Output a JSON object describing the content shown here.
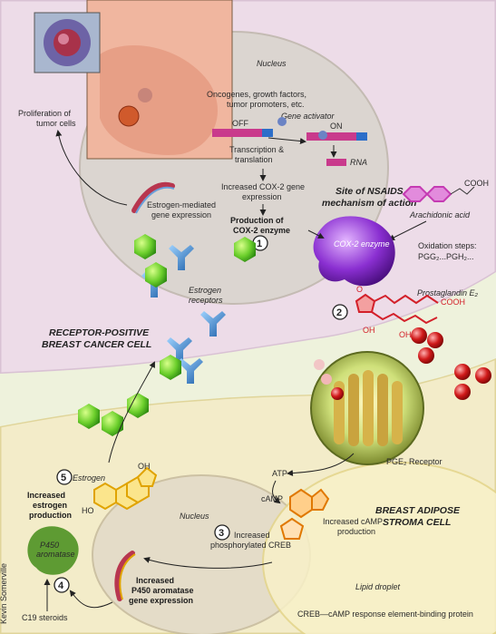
{
  "labels": {
    "nucleus_top": "Nucleus",
    "oncogenes_1": "Oncogenes, growth factors,",
    "oncogenes_2": "tumor promoters, etc.",
    "gene_activator": "Gene activator",
    "off": "OFF",
    "on": "ON",
    "rna": "RNA",
    "transcription_1": "Transcription &",
    "transcription_2": "translation",
    "increased_cox2_1": "Increased COX-2 gene",
    "increased_cox2_2": "expression",
    "production_cox2_1": "Production of",
    "production_cox2_2": "COX-2 enzyme",
    "nsaids_site_1": "Site of NSAIDS",
    "nsaids_site_2": "mechanism of action",
    "cooh": "COOH",
    "arachidonic_acid": "Arachidonic acid",
    "cox2_enzyme": "COX-2 enzyme",
    "oxidation_1": "Oxidation steps:",
    "oxidation_2": "PGG₂...PGH₂...",
    "prostaglandin": "Prostaglandin E₂",
    "oh": "OH",
    "o": "O",
    "ho": "HO",
    "pge2_receptor": "PGE₂ Receptor",
    "estrogen_receptors_1": "Estrogen",
    "estrogen_receptors_2": "receptors",
    "estrogen_gene_expr_1": "Estrogen-mediated",
    "estrogen_gene_expr_2": "gene expression",
    "proliferation_1": "Proliferation of",
    "proliferation_2": "tumor cells",
    "receptor_positive_1": "RECEPTOR-POSITIVE",
    "receptor_positive_2": "BREAST CANCER CELL",
    "estrogen": "Estrogen",
    "increased_estrogen_1": "Increased",
    "increased_estrogen_2": "estrogen",
    "increased_estrogen_3": "production",
    "p450_1": "P450",
    "p450_2": "aromatase",
    "c19_steroids": "C19 steroids",
    "nucleus_bottom": "Nucleus",
    "phospho_creb_1": "Increased",
    "phospho_creb_2": "phosphorylated CREB",
    "increased_p450_1": "Increased",
    "increased_p450_2": "P450 aromatase",
    "increased_p450_3": "gene expression",
    "atp": "ATP",
    "camp": "cAMP",
    "increased_camp_1": "Increased cAMP",
    "increased_camp_2": "production",
    "adipose_stroma_1": "BREAST ADIPOSE",
    "adipose_stroma_2": "STROMA CELL",
    "lipid_droplet": "Lipid droplet",
    "creb_footnote": "CREB—cAMP response element-binding protein",
    "artist_credit": "Kevin Somerville"
  },
  "steps": {
    "s1": "1",
    "s2": "2",
    "s3": "3",
    "s4": "4",
    "s5": "5"
  },
  "colors": {
    "estrogen_hexagon": "#6ccf2c",
    "pge2_sphere": "#d01a1a",
    "cox2_enzyme": "#8a2fd1",
    "estrogen_receptor": "#1d5fa8",
    "p450_enzyme": "#5e9b33"
  }
}
